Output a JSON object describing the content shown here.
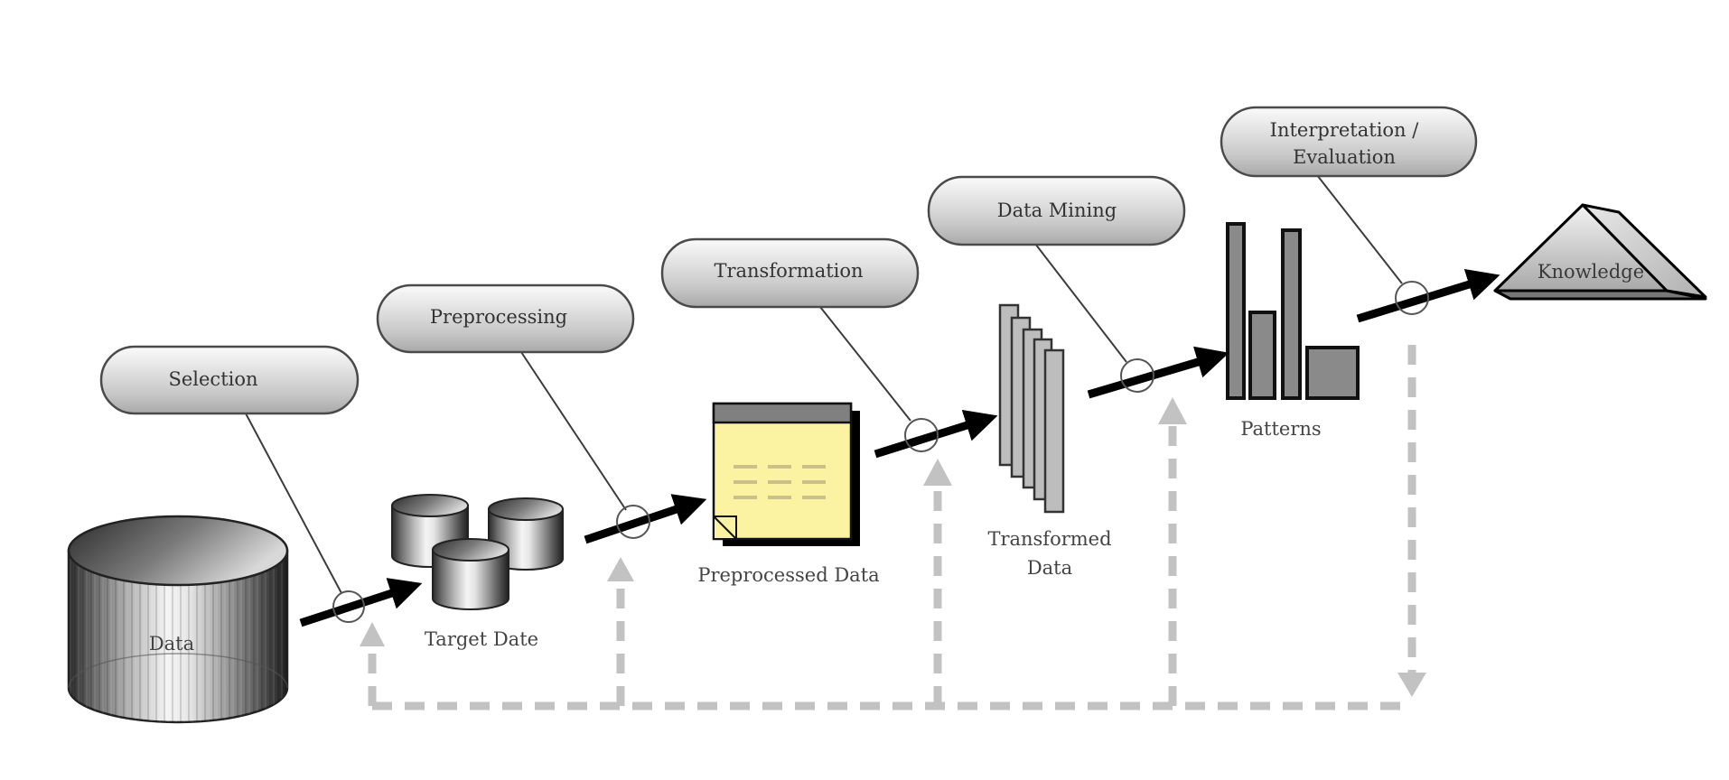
{
  "title": "Knowledge Discovery in Databases (KDD) Process",
  "steps": [
    {
      "id": "selection",
      "label": "Selection"
    },
    {
      "id": "preprocessing",
      "label": "Preprocessing"
    },
    {
      "id": "transformation",
      "label": "Transformation"
    },
    {
      "id": "data-mining",
      "label": "Data Mining"
    },
    {
      "id": "interpretation",
      "label_line1": "Interpretation /",
      "label_line2": "Evaluation"
    }
  ],
  "artifacts": {
    "data": "Data",
    "target": "Target Date",
    "preprocessed": "Preprocessed Data",
    "transformed_line1": "Transformed",
    "transformed_line2": "Data",
    "patterns": "Patterns",
    "knowledge": "Knowledge"
  },
  "colors": {
    "flow_arrow": "#000000",
    "feedback_dashed": "#c2c2c2",
    "document_fill": "#fbf3a2",
    "document_header": "#808080",
    "pattern_bar": "#8a8a8a",
    "transformed_bar": "#bdbdbd",
    "knowledge_fill": "#bfbfbf"
  },
  "feedback": {
    "description": "Dashed feedback loop from Interpretation/Evaluation back to each earlier step",
    "return_points": 4
  }
}
